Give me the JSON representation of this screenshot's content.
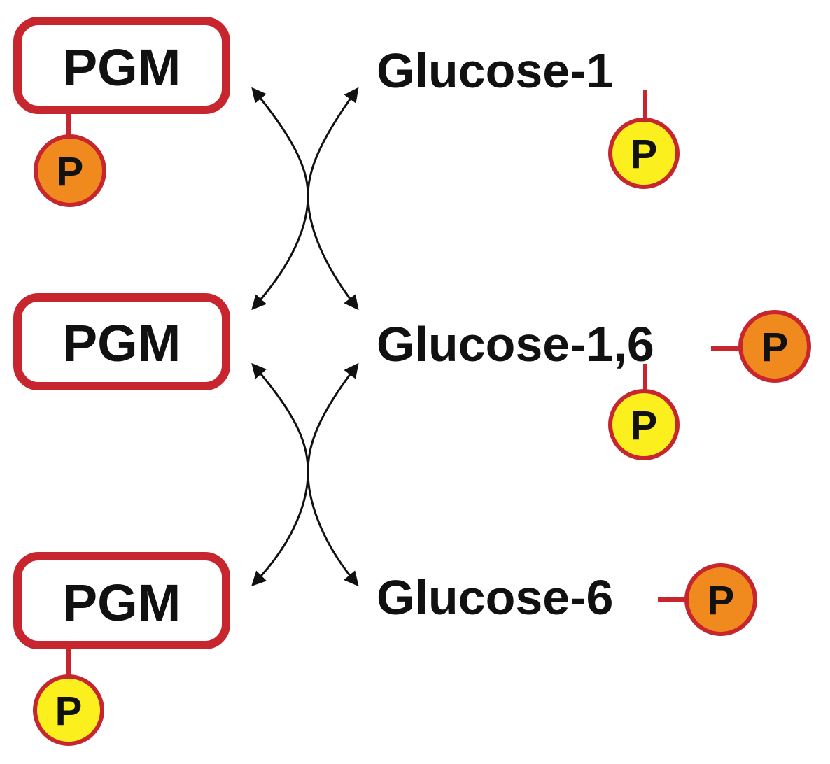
{
  "colors": {
    "border_red": "#c8262e",
    "phosphate_orange": "#f08a1e",
    "phosphate_yellow": "#fbef1d",
    "arrow": "#111111",
    "text": "#111111"
  },
  "enzymes": [
    {
      "label": "PGM",
      "phosphate": "P",
      "phosphate_color": "orange"
    },
    {
      "label": "PGM"
    },
    {
      "label": "PGM",
      "phosphate": "P",
      "phosphate_color": "yellow"
    }
  ],
  "metabolites": [
    {
      "label": "Glucose-1",
      "phosphates": [
        {
          "label": "P",
          "color": "yellow"
        }
      ]
    },
    {
      "label": "Glucose-1,6",
      "phosphates": [
        {
          "label": "P",
          "color": "orange"
        },
        {
          "label": "P",
          "color": "yellow"
        }
      ]
    },
    {
      "label": "Glucose-6",
      "phosphates": [
        {
          "label": "P",
          "color": "orange"
        }
      ]
    }
  ],
  "reactions": [
    {
      "from": [
        "PGM-P",
        "Glucose-1-P"
      ],
      "to": [
        "PGM",
        "Glucose-1,6-P"
      ],
      "reversible": true
    },
    {
      "from": [
        "PGM",
        "Glucose-1,6-P"
      ],
      "to": [
        "PGM-P",
        "Glucose-6-P"
      ],
      "reversible": true
    }
  ]
}
